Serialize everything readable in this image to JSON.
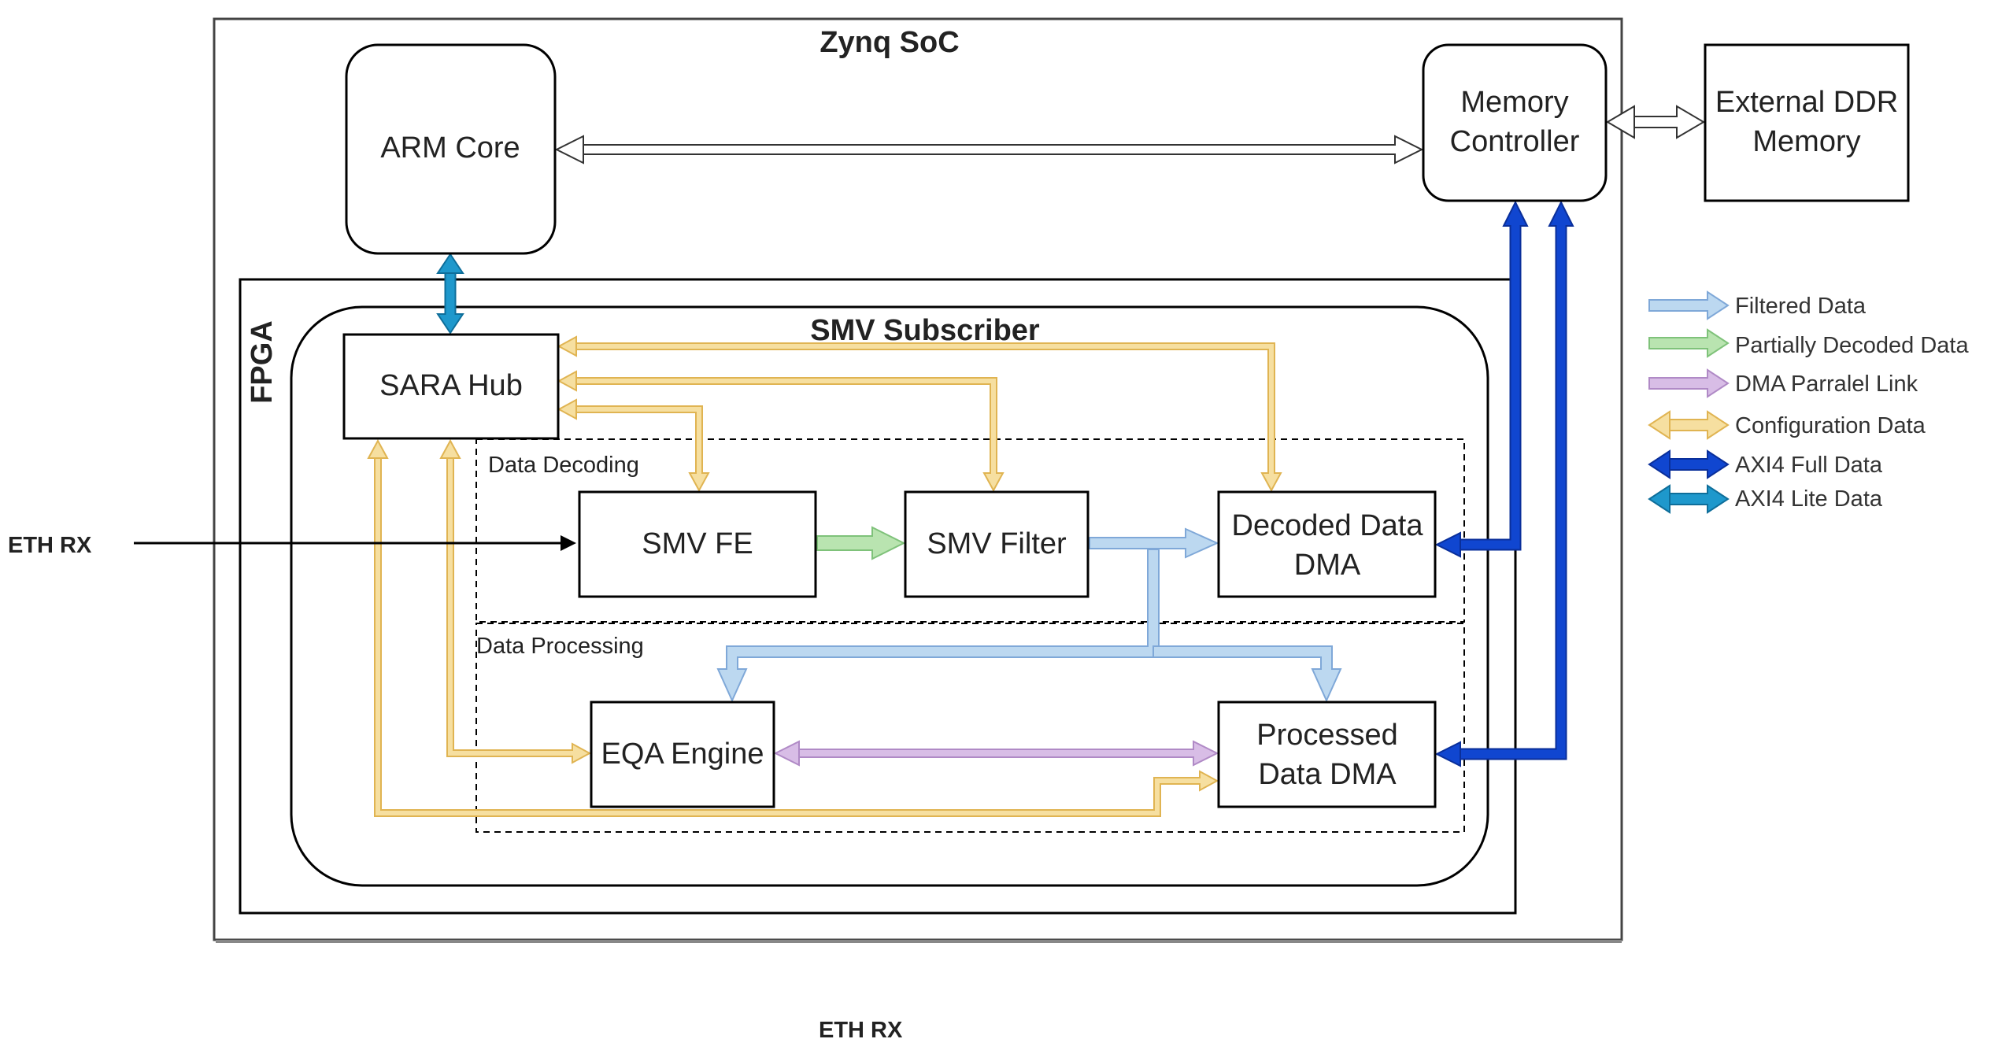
{
  "zynq": {
    "title": "Zynq SoC"
  },
  "fpga": {
    "title": "FPGA"
  },
  "subscriber": {
    "title": "SMV Subscriber"
  },
  "groups": {
    "decoding": "Data Decoding",
    "processing": "Data Processing"
  },
  "blocks": {
    "arm": "ARM Core",
    "mem": [
      "Memory",
      "Controller"
    ],
    "ddr": [
      "External DDR",
      "Memory"
    ],
    "sara": "SARA Hub",
    "fe": "SMV FE",
    "filter": "SMV Filter",
    "ddma": [
      "Decoded Data",
      "DMA"
    ],
    "eqa": "EQA Engine",
    "pdma": [
      "Processed",
      "Data DMA"
    ]
  },
  "eth": {
    "input": "ETH RX",
    "bottom": "ETH RX"
  },
  "legend": [
    {
      "label": "Filtered Data",
      "color": "#bcd8f0"
    },
    {
      "label": "Partially Decoded Data",
      "color": "#b9e4b0"
    },
    {
      "label": "DMA Parralel Link",
      "color": "#d8bde6"
    },
    {
      "label": "Configuration Data",
      "color": "#f6dfa0"
    },
    {
      "label": "AXI4 Full Data",
      "color": "#1046d0"
    },
    {
      "label": "AXI4 Lite Data",
      "color": "#1e98cc"
    }
  ],
  "colors": {
    "filtered": "#bcd8f0",
    "filtered_stroke": "#7fa8d8",
    "partial": "#b9e4b0",
    "partial_stroke": "#7fc27a",
    "dmalink": "#d8bde6",
    "dmalink_stroke": "#b08ac6",
    "config": "#f6dfa0",
    "config_stroke": "#e0b452",
    "axi_full": "#1046d0",
    "axi_full_stroke": "#0a2f9a",
    "axi_lite": "#1e98cc",
    "axi_lite_stroke": "#0e6e9a"
  }
}
